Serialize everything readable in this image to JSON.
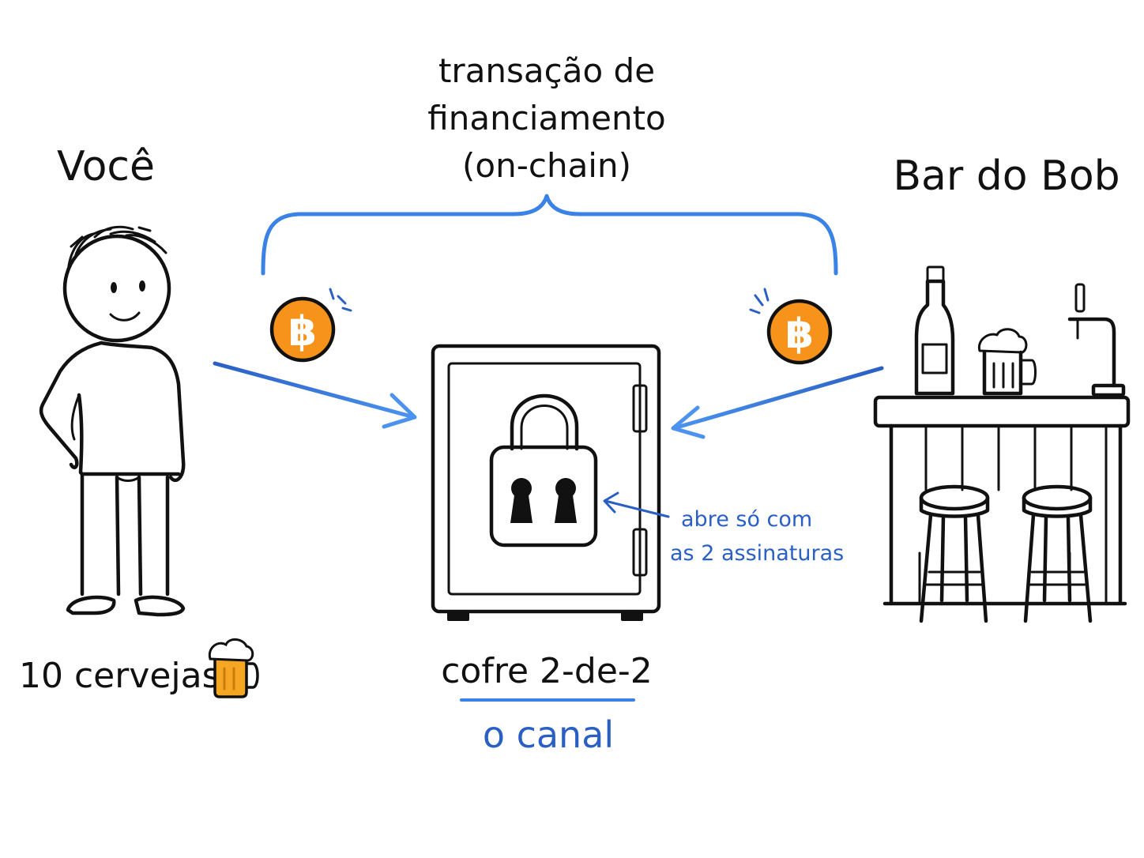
{
  "labels": {
    "you": "Você",
    "bar": "Bar do Bob",
    "funding_line1": "transação de",
    "funding_line2": "financiamento",
    "funding_line3": "(on-chain)",
    "beers": "10 cervejas",
    "safe_title": "cofre 2-de-2",
    "channel": "o canal",
    "note_line1": "abre só com",
    "note_line2": "as 2 assinaturas"
  },
  "icons": {
    "coin_symbol": "฿",
    "coin_color": "#f7931a",
    "beer_color": "#f5a623"
  },
  "colors": {
    "ink": "#111111",
    "accent": "#3a82e6",
    "note": "#2a5fc4"
  }
}
